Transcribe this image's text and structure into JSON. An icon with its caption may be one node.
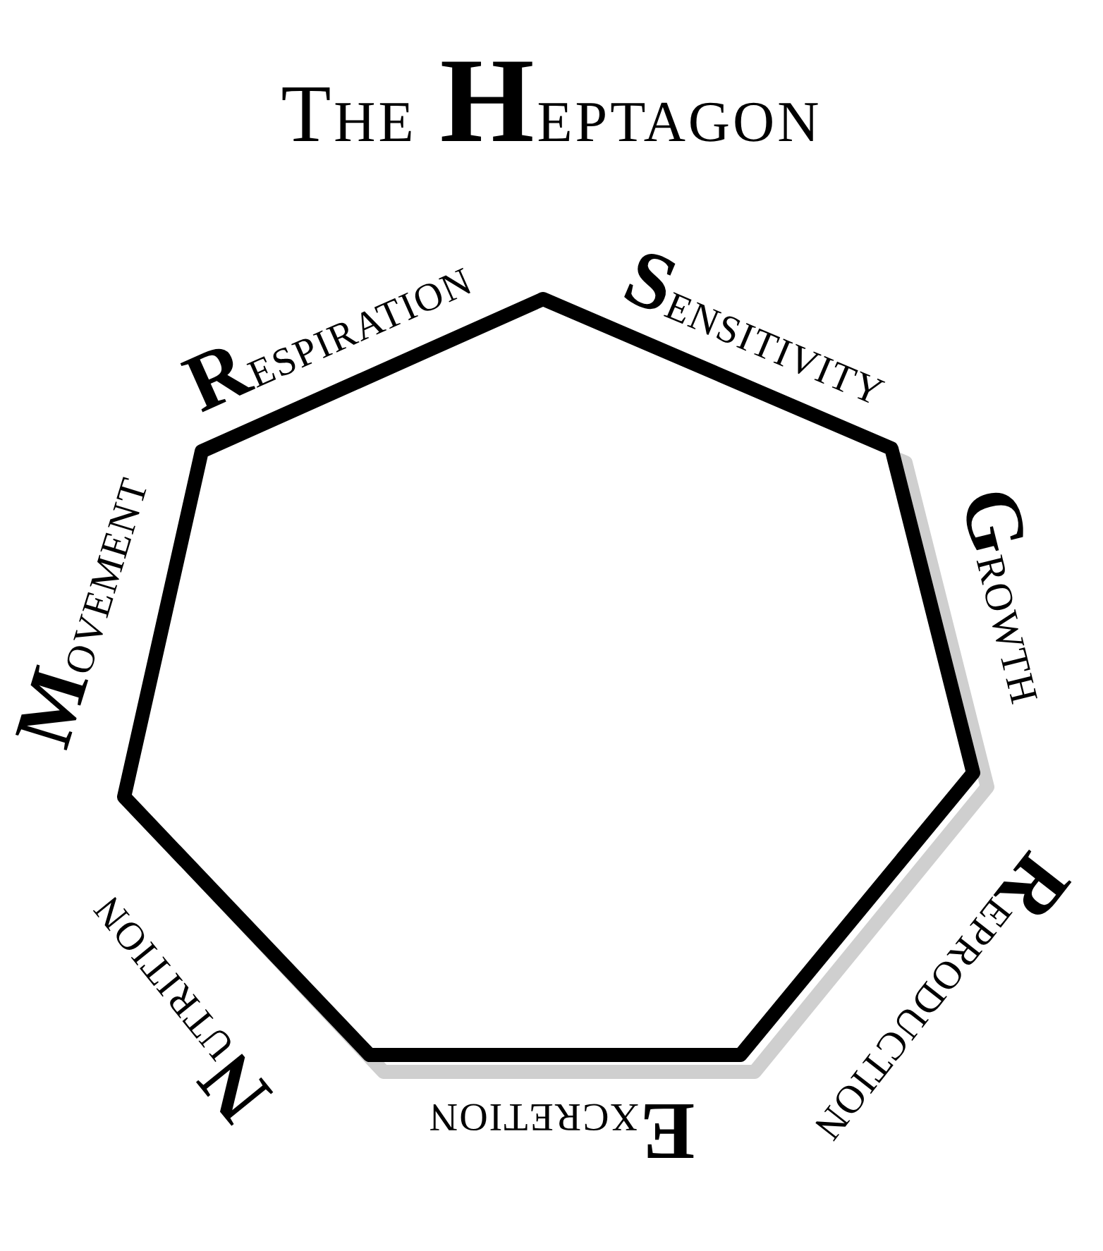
{
  "diagram": {
    "title": "The **H**eptagon",
    "nodes": [
      {
        "text": [],
        "shape": "heptagon"
      }
    ],
    "labels": [
      "**R**espiration",
      "**S**ensitivity",
      "**M**ovement",
      "**G**rowth",
      "**R**eproduction",
      "**N**utrition",
      "**E**xcretion"
    ]
  }
}
